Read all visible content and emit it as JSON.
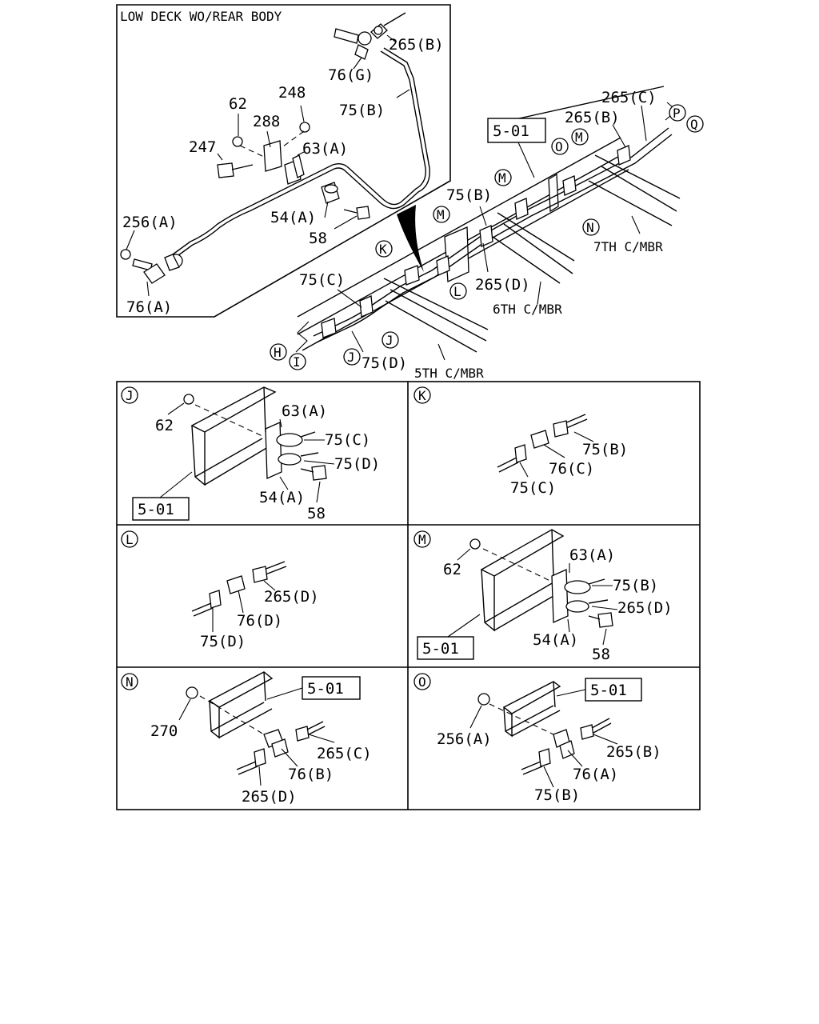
{
  "inset": {
    "title": "LOW DECK WO/REAR BODY",
    "labels": [
      "265(B)",
      "76(G)",
      "75(B)",
      "248",
      "62",
      "288",
      "247",
      "63(A)",
      "256(A)",
      "54(A)",
      "58",
      "76(A)"
    ]
  },
  "main": {
    "ref_box": "5-01",
    "labels": [
      "265(C)",
      "265(B)",
      "75(B)",
      "265(D)",
      "75(C)",
      "75(D)"
    ],
    "members": [
      "7TH C/MBR",
      "6TH C/MBR",
      "5TH C/MBR"
    ],
    "circles": [
      "P",
      "Q",
      "O",
      "M",
      "M",
      "N",
      "M",
      "K",
      "L",
      "H",
      "I",
      "J",
      "J"
    ]
  },
  "details": {
    "J": {
      "letter": "J",
      "labels": [
        "62",
        "63(A)",
        "75(C)",
        "75(D)",
        "54(A)",
        "58"
      ],
      "ref_box": "5-01"
    },
    "K": {
      "letter": "K",
      "labels": [
        "75(B)",
        "76(C)",
        "75(C)"
      ]
    },
    "L": {
      "letter": "L",
      "labels": [
        "265(D)",
        "76(D)",
        "75(D)"
      ]
    },
    "M": {
      "letter": "M",
      "labels": [
        "62",
        "63(A)",
        "75(B)",
        "265(D)",
        "54(A)",
        "58"
      ],
      "ref_box": "5-01"
    },
    "N": {
      "letter": "N",
      "labels": [
        "270",
        "265(C)",
        "76(B)",
        "265(D)"
      ],
      "ref_box": "5-01"
    },
    "O": {
      "letter": "O",
      "labels": [
        "256(A)",
        "265(B)",
        "76(A)",
        "75(B)"
      ],
      "ref_box": "5-01"
    }
  }
}
